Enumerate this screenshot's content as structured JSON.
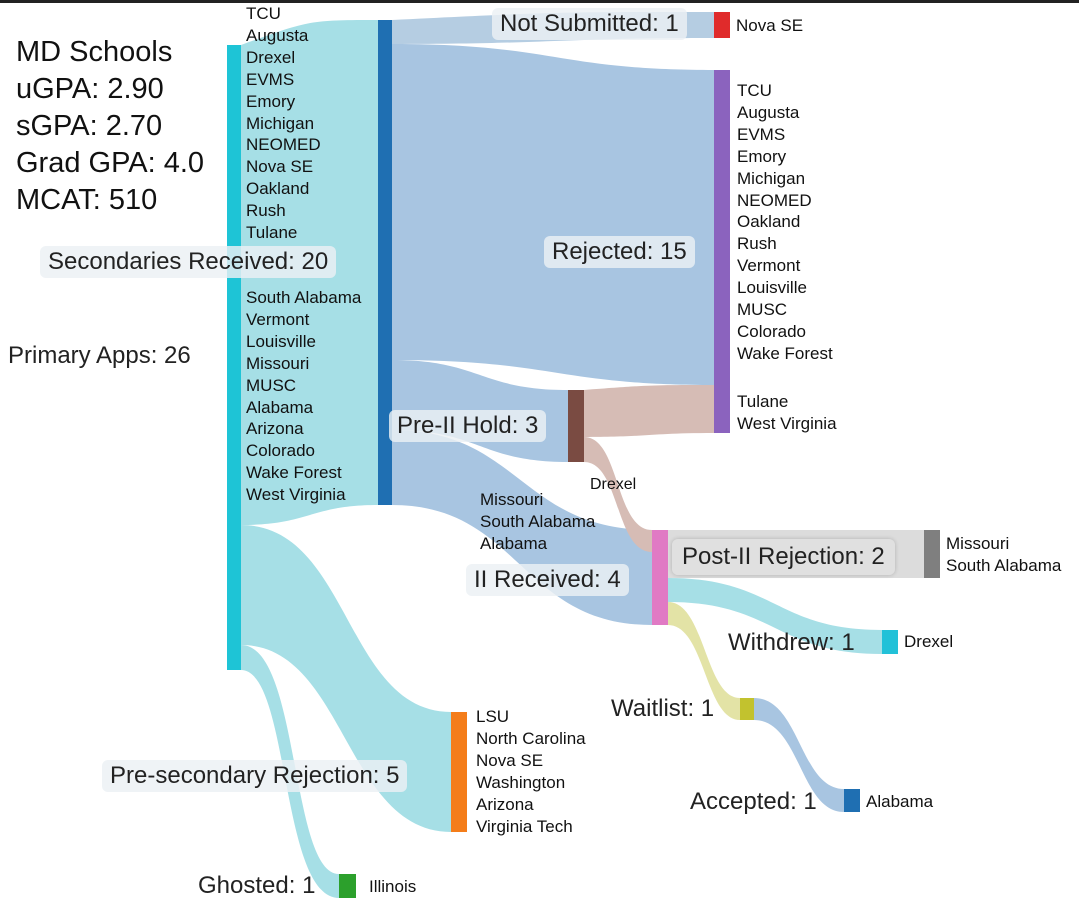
{
  "stats": {
    "title": "MD Schools",
    "ugpa": "uGPA: 2.90",
    "sgpa": "sGPA: 2.70",
    "grad_gpa": "Grad GPA: 4.0",
    "mcat": "MCAT: 510"
  },
  "colors": {
    "primary": "#1ec4d6",
    "secondaries": "#1f6fb2",
    "not_submitted": "#e02b2b",
    "rejected": "#8b63be",
    "pre_ii_hold": "#7a4b42",
    "ii_received": "#e07ac4",
    "post_ii": "#7f7f7f",
    "withdrew": "#22c1d8",
    "waitlist": "#c2c22e",
    "accepted": "#1f6fb2",
    "pre_secondary": "#f47d1a",
    "ghosted": "#2ca02c"
  },
  "nodes": {
    "primary": {
      "label": "Primary Apps: 26"
    },
    "secondaries": {
      "label": "Secondaries Received: 20"
    },
    "not_submitted": {
      "label": "Not Submitted: 1",
      "schools": [
        "Nova SE"
      ]
    },
    "rejected": {
      "label": "Rejected: 15",
      "schools": [
        "TCU",
        "Augusta",
        "EVMS",
        "Emory",
        "Michigan",
        "NEOMED",
        "Oakland",
        "Rush",
        "Vermont",
        "Louisville",
        "MUSC",
        "Colorado",
        "Wake Forest"
      ],
      "schools_from_hold": [
        "Tulane",
        "West Virginia"
      ]
    },
    "pre_ii_hold": {
      "label": "Pre-II Hold: 3",
      "flow_label": "Drexel"
    },
    "ii_received": {
      "label": "II Received: 4",
      "flow_schools": [
        "Missouri",
        "South Alabama",
        "Alabama"
      ]
    },
    "post_ii": {
      "label": "Post-II Rejection: 2",
      "schools": [
        "Missouri",
        "South Alabama"
      ]
    },
    "withdrew": {
      "label": "Withdrew: 1",
      "schools": [
        "Drexel"
      ]
    },
    "waitlist": {
      "label": "Waitlist: 1"
    },
    "accepted": {
      "label": "Accepted: 1",
      "schools": [
        "Alabama"
      ]
    },
    "pre_secondary": {
      "label": "Pre-secondary Rejection: 5",
      "schools": [
        "LSU",
        "North Carolina",
        "Nova SE",
        "Washington",
        "Arizona",
        "Virginia Tech"
      ]
    },
    "ghosted": {
      "label": "Ghosted: 1",
      "schools": [
        "Illinois"
      ]
    }
  },
  "primary_schools": {
    "upper": [
      "TCU",
      "Augusta",
      "Drexel",
      "EVMS",
      "Emory",
      "Michigan",
      "NEOMED",
      "Nova SE",
      "Oakland",
      "Rush",
      "Tulane"
    ],
    "lower": [
      "South Alabama",
      "Vermont",
      "Louisville",
      "Missouri",
      "MUSC",
      "Alabama",
      "Arizona",
      "Colorado",
      "Wake Forest",
      "West Virginia"
    ]
  }
}
